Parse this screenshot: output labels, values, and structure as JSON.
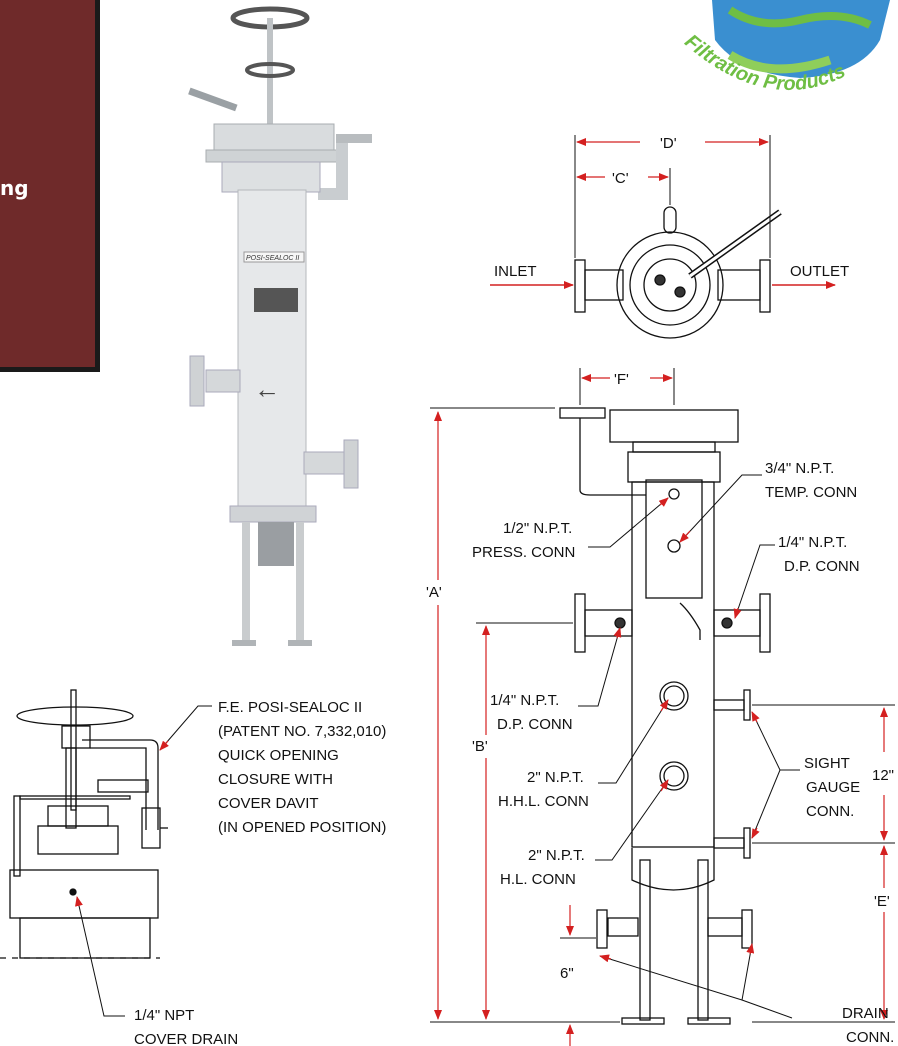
{
  "panel": {
    "text": "ng"
  },
  "logo": {
    "text": "Filtration Products",
    "colors": {
      "green": "#6fbe44",
      "blue": "#2a6fb8"
    }
  },
  "dims": {
    "a": "'A'",
    "b": "'B'",
    "c": "'C'",
    "d": "'D'",
    "e": "'E'",
    "f": "'F'",
    "six": "6\"",
    "twelve": "12\""
  },
  "flow": {
    "inlet": "INLET",
    "outlet": "OUTLET"
  },
  "product_label": "POSI-SEALOC II",
  "notes": {
    "temp": [
      "3/4\" N.P.T.",
      "TEMP. CONN"
    ],
    "press": [
      "1/2\" N.P.T.",
      "PRESS. CONN"
    ],
    "dp_right": [
      "1/4\" N.P.T.",
      "D.P. CONN"
    ],
    "dp_left": [
      "1/4\" N.P.T.",
      "D.P. CONN"
    ],
    "hhl": [
      "2\" N.P.T.",
      "H.H.L. CONN"
    ],
    "hl": [
      "2\" N.P.T.",
      "H.L. CONN"
    ],
    "sight": [
      "SIGHT",
      "GAUGE",
      "CONN."
    ],
    "drain": [
      "DRAIN",
      "CONN."
    ],
    "closure": [
      "F.E. POSI-SEALOC II",
      "(PATENT NO. 7,332,010)",
      "QUICK OPENING",
      "CLOSURE WITH",
      "COVER DAVIT",
      "(IN OPENED POSITION)"
    ],
    "cover_drain": [
      "1/4\" NPT",
      "COVER DRAIN"
    ]
  }
}
